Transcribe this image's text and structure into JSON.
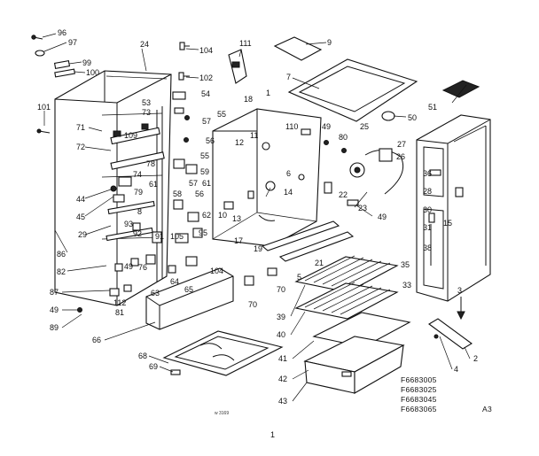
{
  "labels": {
    "p96": "96",
    "p97": "97",
    "p99": "99",
    "p100": "100",
    "p24": "24",
    "p104a": "104",
    "p102": "102",
    "p111": "111",
    "p9": "9",
    "p7": "7",
    "p54": "54",
    "p53": "53",
    "p73": "73",
    "p57a": "57",
    "p55a": "55",
    "p18": "18",
    "p1": "1",
    "p101": "101",
    "p71": "71",
    "p109": "109",
    "p72": "72",
    "p56": "56",
    "p11": "11",
    "p110": "110",
    "p49a": "49",
    "p80": "80",
    "p25": "25",
    "p50": "50",
    "p51": "51",
    "p12": "12",
    "p78": "78",
    "p55b": "55",
    "p59": "59",
    "p26": "26",
    "p27": "27",
    "p36": "36",
    "p74": "74",
    "p61a": "61",
    "p57b": "57",
    "p61b": "61",
    "p6": "6",
    "p28": "28",
    "p44": "44",
    "p79": "79",
    "p58": "58",
    "p56b": "56",
    "p14": "14",
    "p22": "22",
    "p45": "45",
    "p8": "8",
    "p10": "10",
    "p13": "13",
    "p62": "62",
    "p23": "23",
    "p30": "30",
    "p15": "15",
    "p29": "29",
    "p93": "93",
    "p92": "92",
    "p91": "91",
    "p105": "105",
    "p95": "95",
    "p49b": "49",
    "p31": "31",
    "p17": "17",
    "p19": "19",
    "p38": "38",
    "p86": "86",
    "p82": "82",
    "p49c": "49",
    "p76": "76",
    "p104b": "104",
    "p21": "21",
    "p35": "35",
    "p63": "63",
    "p64": "64",
    "p65": "65",
    "p5": "5",
    "p70a": "70",
    "p33": "33",
    "p87": "87",
    "p112": "112",
    "p81": "81",
    "p70b": "70",
    "p49d": "49",
    "p89": "89",
    "p66": "66",
    "p39": "39",
    "p3": "3",
    "p40": "40",
    "p68": "68",
    "p2": "2",
    "p41": "41",
    "p69": "69",
    "p4": "4",
    "p42": "42",
    "p43": "43"
  },
  "models": [
    "F6683005",
    "F6683025",
    "F6683045",
    "F6683065"
  ],
  "model_suffix": "A3",
  "footer_code": "w 3169",
  "page_number": "1",
  "icons": [
    "screw-icon",
    "hinge-icon",
    "shelf-icon",
    "crisper-drawer-icon",
    "thermostat-knob-icon",
    "cabinet-icon",
    "door-icon"
  ]
}
